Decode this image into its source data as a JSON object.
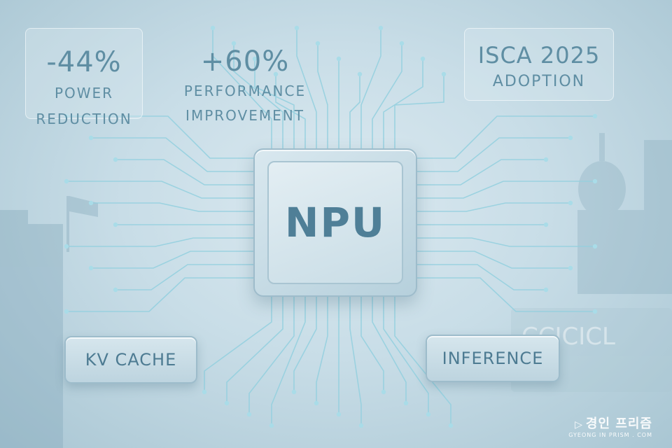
{
  "stats": {
    "power": {
      "value": "-44%",
      "label_line1": "POWER",
      "label_line2": "REDUCTION"
    },
    "performance": {
      "value": "+60%",
      "label_line1": "PERFORMANCE",
      "label_line2": "IMPROVEMENT"
    },
    "isca": {
      "value": "ISCA 2025",
      "label": "ADOPTION"
    }
  },
  "chip": {
    "label": "NPU"
  },
  "tags": {
    "kv_cache": "KV CACHE",
    "inference": "INFERENCE"
  },
  "background": {
    "sign_text": "CCICICL"
  },
  "watermark": {
    "title": "경인 프리즘",
    "subtitle": "GYEONG IN PRISM . COM"
  },
  "colors": {
    "accent": "#4f7f97",
    "trace": "#8fd0e0",
    "background": "#c8dde7"
  }
}
